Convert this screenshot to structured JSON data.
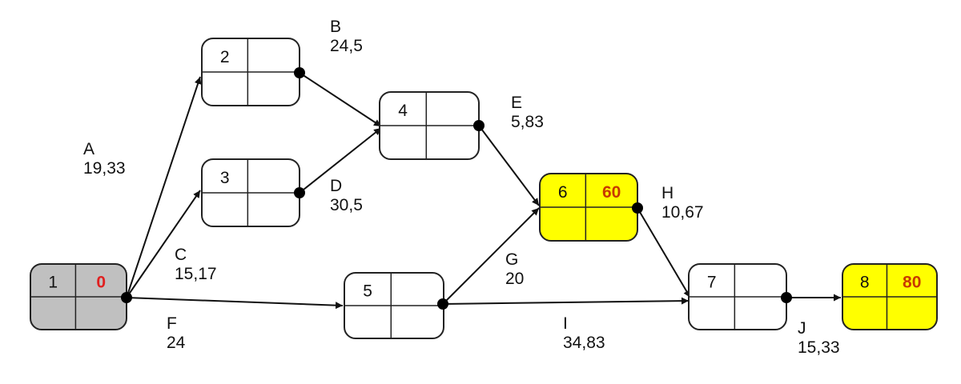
{
  "colors": {
    "start_fill": "#c0c0c0",
    "critical_fill": "#ffff00",
    "normal_fill": "#ffffff",
    "start_value": "#e02020",
    "critical_value": "#c83a00",
    "line": "#111111"
  },
  "nodes": [
    {
      "id": "1",
      "label": "1",
      "value": "0",
      "style": "start"
    },
    {
      "id": "2",
      "label": "2",
      "value": "",
      "style": "normal"
    },
    {
      "id": "3",
      "label": "3",
      "value": "",
      "style": "normal"
    },
    {
      "id": "4",
      "label": "4",
      "value": "",
      "style": "normal"
    },
    {
      "id": "5",
      "label": "5",
      "value": "",
      "style": "normal"
    },
    {
      "id": "6",
      "label": "6",
      "value": "60",
      "style": "critical"
    },
    {
      "id": "7",
      "label": "7",
      "value": "",
      "style": "normal"
    },
    {
      "id": "8",
      "label": "8",
      "value": "80",
      "style": "critical"
    }
  ],
  "edges": [
    {
      "from": "1",
      "to": "2",
      "name": "A",
      "duration": "19,33"
    },
    {
      "from": "2",
      "to": "4",
      "name": "B",
      "duration": "24,5"
    },
    {
      "from": "1",
      "to": "3",
      "name": "C",
      "duration": "15,17"
    },
    {
      "from": "3",
      "to": "4",
      "name": "D",
      "duration": "30,5"
    },
    {
      "from": "4",
      "to": "6",
      "name": "E",
      "duration": "5,83"
    },
    {
      "from": "1",
      "to": "5",
      "name": "F",
      "duration": "24"
    },
    {
      "from": "5",
      "to": "6",
      "name": "G",
      "duration": "20"
    },
    {
      "from": "6",
      "to": "7",
      "name": "H",
      "duration": "10,67"
    },
    {
      "from": "5",
      "to": "7",
      "name": "I",
      "duration": "34,83"
    },
    {
      "from": "7",
      "to": "8",
      "name": "J",
      "duration": "15,33"
    }
  ]
}
